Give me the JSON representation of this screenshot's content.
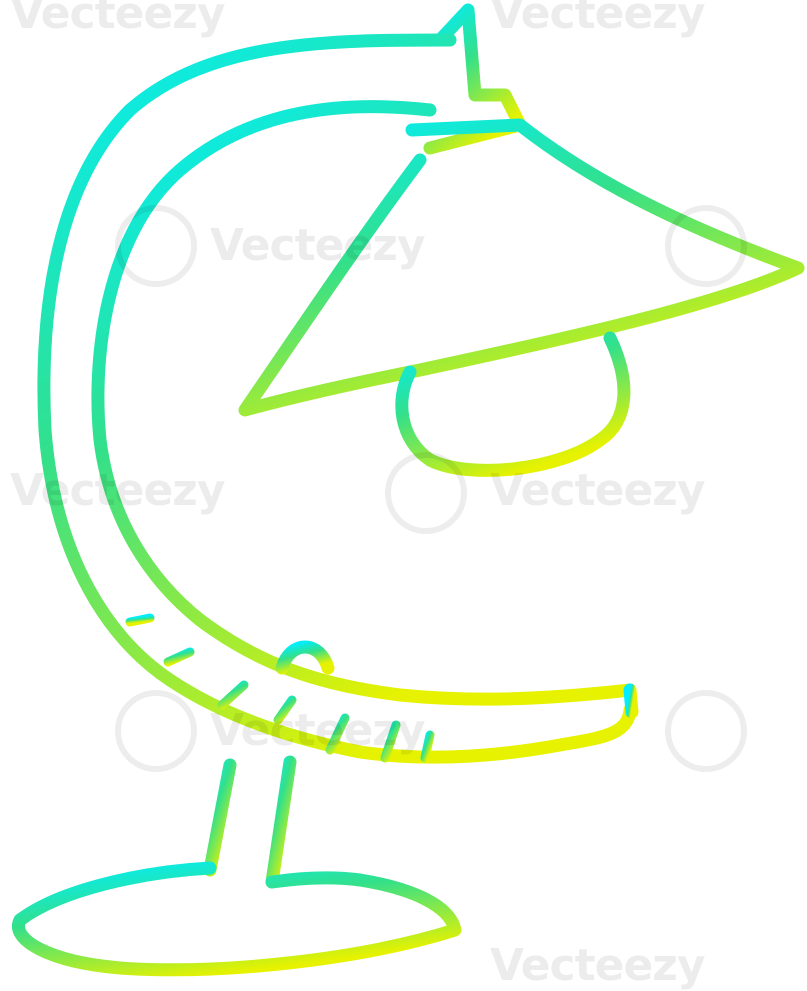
{
  "image": {
    "subject": "desk-lamp-line-drawing",
    "colors": {
      "gradient_top": "#00eeff",
      "gradient_mid": "#33e08a",
      "gradient_bottom": "#e6f200",
      "background": "#ffffff"
    }
  },
  "watermarks": [
    "Vecteezy",
    "Vecteezy",
    "Vecteezy",
    "Vecteezy",
    "Vecteezy",
    "Vecteezy",
    "Vecteezy"
  ]
}
